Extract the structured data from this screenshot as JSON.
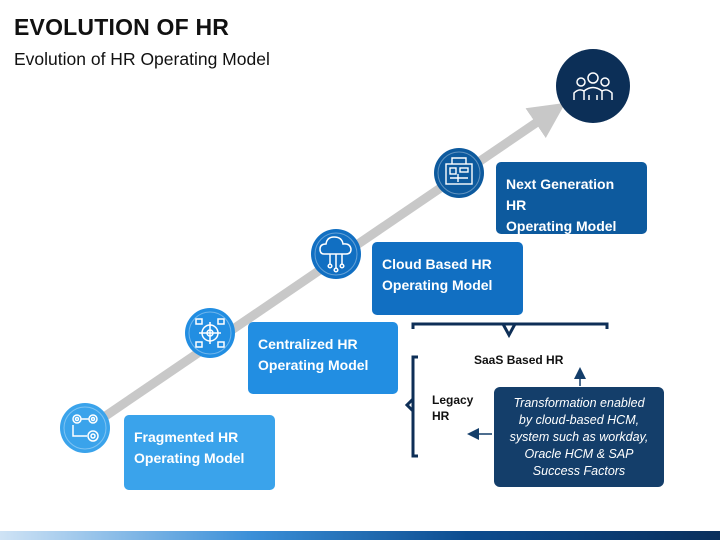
{
  "title": "EVOLUTION OF HR",
  "subtitle": "Evolution of HR Operating Model",
  "stages": [
    {
      "label": "Fragmented HR\nOperating Model",
      "icon": "gears-flow-icon",
      "color": "#3aa3eb"
    },
    {
      "label": "Centralized HR\nOperating Model",
      "icon": "network-gear-icon",
      "color": "#228ee2"
    },
    {
      "label": "Cloud Based HR\nOperating Model",
      "icon": "cloud-network-icon",
      "color": "#116fc2"
    },
    {
      "label": "Next Generation HR\nOperating Model",
      "icon": "circuit-board-icon",
      "color": "#0d5a9e"
    }
  ],
  "goal_icon": "team-people-icon",
  "saas_label": "SaaS Based HR",
  "legacy_label": "Legacy\nHR",
  "note": "Transformation enabled\nby cloud-based HCM,\nsystem such as workday,\nOracle HCM & SAP\nSuccess Factors",
  "colors": {
    "arrow": "#c8c8c8",
    "navy": "#0e3a66",
    "note_bg": "#143e6a"
  }
}
